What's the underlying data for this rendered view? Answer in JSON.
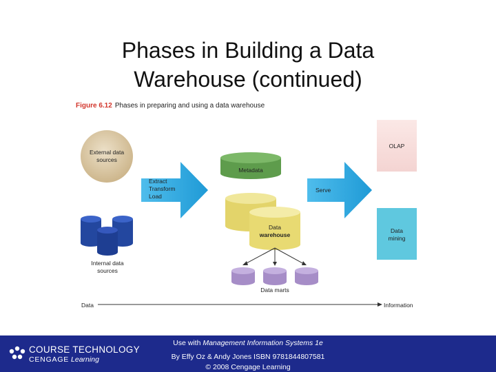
{
  "slide": {
    "title_line1": "Phases in Building a Data",
    "title_line2": "Warehouse (continued)"
  },
  "figure": {
    "number": "Figure 6.12",
    "caption": "Phases in preparing and using a data warehouse"
  },
  "diagram": {
    "external_line1": "External data",
    "external_line2": "sources",
    "internal_line1": "Internal data",
    "internal_line2": "sources",
    "etl_line1": "Extract",
    "etl_line2": "Transform",
    "etl_line3": "Load",
    "metadata": "Metadata",
    "warehouse_line1": "Data",
    "warehouse_line2": "warehouse",
    "data_marts": "Data marts",
    "serve": "Serve",
    "olap": "OLAP",
    "mining_line1": "Data",
    "mining_line2": "mining",
    "axis_start": "Data",
    "axis_end": "Information"
  },
  "colors": {
    "external_disc": "#dcc9a4",
    "arrow_blue": "#29a8e0",
    "metadata_green": "#6aa857",
    "warehouse_yellow": "#ece07f",
    "mart_purple": "#b39bd1",
    "internal_blue": "#2a52b8",
    "olap_bg": "#f8dedd",
    "mining_bg": "#5fc8df",
    "footer_bg": "#1d2a8c"
  },
  "footer": {
    "logo_line1": "COURSE TECHNOLOGY",
    "logo_line2_a": "CENGAGE",
    "logo_line2_b": " Learning",
    "use_with_prefix": "Use with ",
    "book_title": "Management Information Systems 1e",
    "authors": "By Effy Oz & Andy Jones ISBN 9781844807581",
    "copyright": "© 2008 Cengage Learning"
  }
}
